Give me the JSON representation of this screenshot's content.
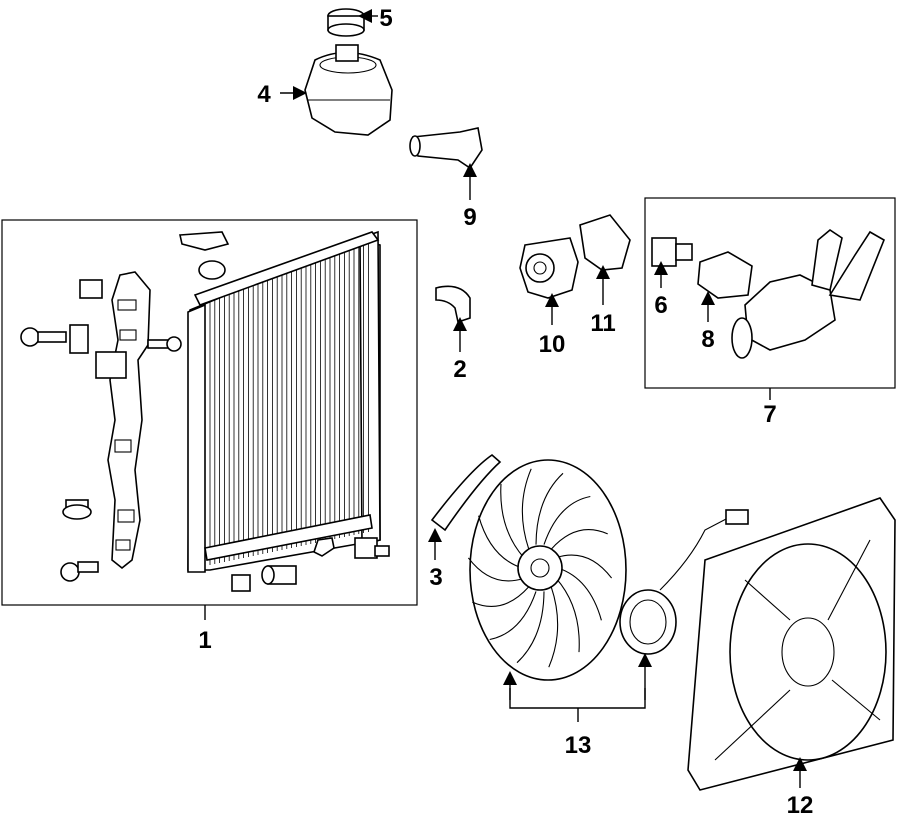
{
  "diagram": {
    "callouts": [
      {
        "id": "1",
        "label": "1"
      },
      {
        "id": "2",
        "label": "2"
      },
      {
        "id": "3",
        "label": "3"
      },
      {
        "id": "4",
        "label": "4"
      },
      {
        "id": "5",
        "label": "5"
      },
      {
        "id": "6",
        "label": "6"
      },
      {
        "id": "7",
        "label": "7"
      },
      {
        "id": "8",
        "label": "8"
      },
      {
        "id": "9",
        "label": "9"
      },
      {
        "id": "10",
        "label": "10"
      },
      {
        "id": "11",
        "label": "11"
      },
      {
        "id": "12",
        "label": "12"
      },
      {
        "id": "13",
        "label": "13"
      }
    ],
    "colors": {
      "ink": "#000000",
      "paper": "#ffffff"
    }
  }
}
